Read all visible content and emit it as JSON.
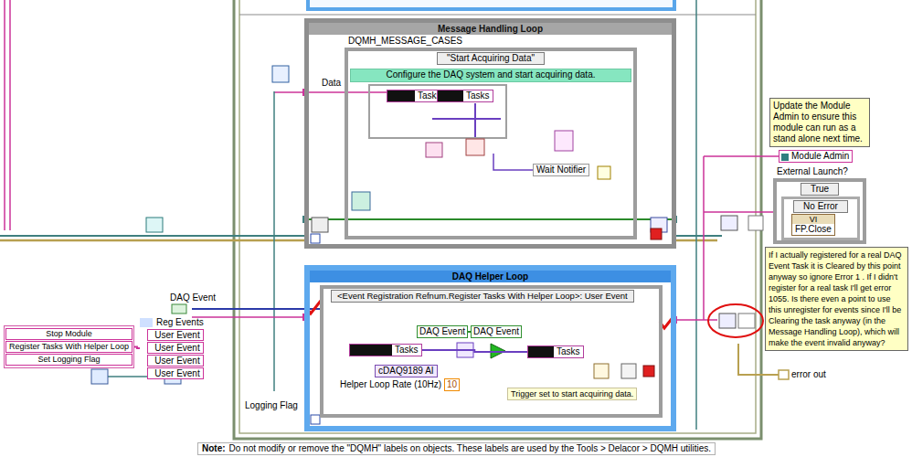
{
  "diagram": {
    "nodes": [
      {
        "text": [
          "Message Handling Loop"
        ]
      },
      {
        "text": [
          "DQMH_MESSAGE_CASES",
          "\"Start Acquiring Data\""
        ],
        "in": 0
      },
      {
        "text": [
          "Configure the DAQ system and start acquiring data."
        ],
        "in": 1
      },
      {
        "text": [
          "Tasks"
        ],
        "in": 1
      },
      {
        "text": [
          "Tasks"
        ],
        "in": 1
      },
      {
        "text": [
          "Wait Notifier"
        ],
        "in": 1
      },
      {
        "text": [
          "DAQ Helper Loop"
        ]
      },
      {
        "text": [
          "<Event Registration Refnum.Register Tasks With Helper Loop>: User Event"
        ],
        "in": 6
      },
      {
        "text": [
          "DAQ Event"
        ],
        "in": 7
      },
      {
        "text": [
          "DAQ Event"
        ],
        "in": 7
      },
      {
        "text": [
          "Tasks"
        ],
        "in": 7
      },
      {
        "text": [
          "Tasks"
        ],
        "in": 7
      },
      {
        "text": [
          "cDAQ9189 AI"
        ],
        "in": 7
      },
      {
        "text": [
          "10"
        ],
        "in": 7
      },
      {
        "text": [
          "Trigger set to start acquiring data."
        ],
        "in": 7
      },
      {
        "text": [
          "Stop Module",
          "Register Tasks With Helper Loop",
          "Set Logging Flag"
        ]
      },
      {
        "text": [
          "Reg Events",
          "User Event",
          "User Event",
          "User Event",
          "User Event"
        ]
      },
      {
        "text": [
          "DAQ Event"
        ]
      },
      {
        "text": [
          "Update the Module Admin to ensure this module can run as a stand alone next time."
        ]
      },
      {
        "text": [
          "Module Admin"
        ]
      },
      {
        "text": [
          "External Launch?",
          "True"
        ]
      },
      {
        "text": [
          "No Error"
        ],
        "in": 20
      },
      {
        "text": [
          "VI",
          "FP.Close"
        ],
        "in": 21
      },
      {
        "text": [
          "If I actually registered for a real DAQ Event Task it is Cleared by this point anyway so ignore Error 1 . If I didn't register for a real task I'll get error 1055. Is there even a point to use this unregister for events since I'll be Clearing the task anyway (in the Message Handling Loop), which will make the event invalid anyway?"
        ]
      },
      {
        "text": [
          "Note:",
          "Do not modify or remove the \"DQMH\" labels on objects. These labels are used by the Tools > Delacor > DQMH utilities."
        ]
      }
    ],
    "edges": [
      {
        "from": 15,
        "to": 16,
        "arrow": "none"
      },
      {
        "from": 3,
        "to": 4,
        "arrow": "none"
      },
      {
        "from": 8,
        "to": 9,
        "arrow": "none"
      },
      {
        "from": 10,
        "to": 11,
        "arrow": "none"
      }
    ],
    "labels": [
      "Data",
      "Helper Loop Rate (10Hz)",
      "Logging Flag",
      "error out"
    ]
  }
}
